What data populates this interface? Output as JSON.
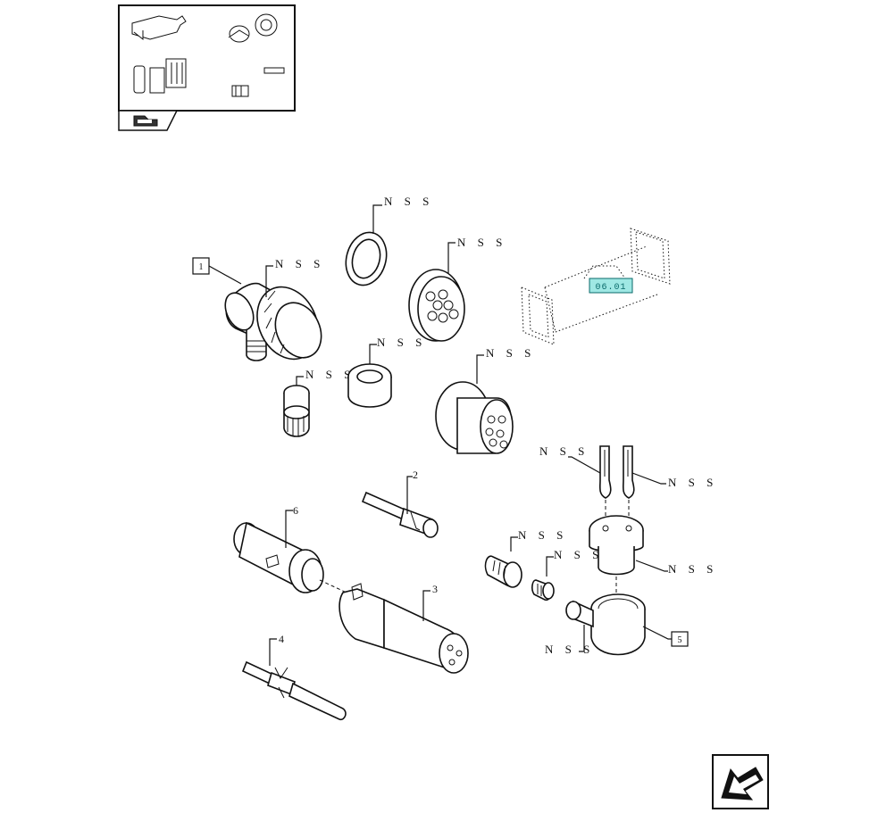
{
  "labels": {
    "nss": "N S S",
    "callouts": [
      "1",
      "2",
      "3",
      "4",
      "5",
      "6"
    ],
    "reference_tag": "06.01"
  },
  "icons": {
    "thumbnail_nav": "thumbnail-index-icon",
    "prev_arrow": "previous-page-arrow-icon"
  },
  "colors": {
    "line": "#111111",
    "reference_fill": "#9fe8e4",
    "reference_stroke": "#0a6a6a"
  }
}
